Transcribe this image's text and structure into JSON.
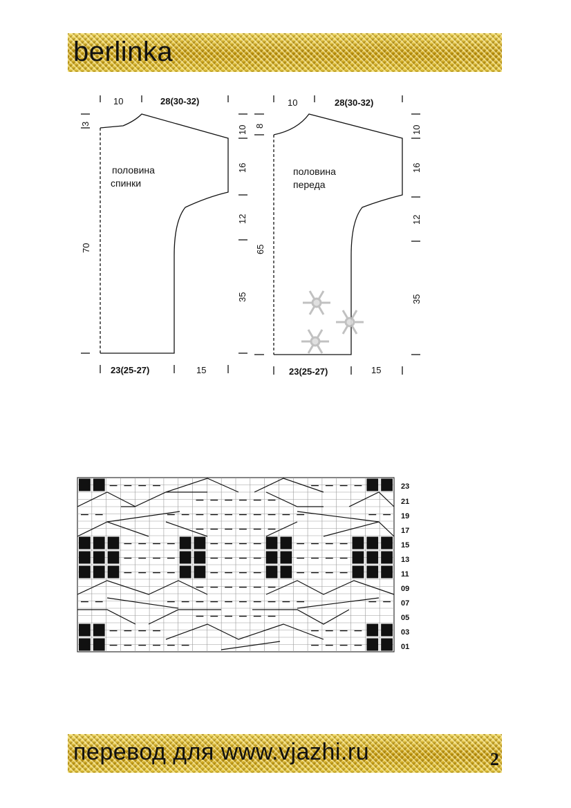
{
  "header": {
    "title": "berlinka"
  },
  "footer": {
    "text": "перевод для www.vjazhi.ru",
    "page_number": "2"
  },
  "back_pattern": {
    "label_line1": "половина",
    "label_line2": "спинки",
    "top_left_width": "10",
    "top_right_width": "28(30-32)",
    "left_shoulder_drop": "3",
    "total_length": "70",
    "right_shoulder": "10",
    "right_sleeve": "16",
    "right_underarm": "12",
    "right_body": "35",
    "bottom_width": "23(25-27)",
    "bottom_right": "15"
  },
  "front_pattern": {
    "label_line1": "половина",
    "label_line2": "переда",
    "top_left_width": "10",
    "top_right_width": "28(30-32)",
    "left_shoulder_drop": "8",
    "total_length": "65",
    "right_shoulder": "10",
    "right_sleeve": "16",
    "right_underarm": "12",
    "right_body": "35",
    "bottom_width": "23(25-27)",
    "bottom_right": "15"
  },
  "chart": {
    "row_labels": [
      "23",
      "21",
      "19",
      "17",
      "15",
      "13",
      "11",
      "09",
      "07",
      "05",
      "03",
      "01"
    ],
    "black_squares": {
      "23": [
        0,
        1,
        20,
        21
      ],
      "15": [
        0,
        1,
        2,
        7,
        8,
        13,
        14,
        19,
        20,
        21
      ],
      "13": [
        0,
        1,
        2,
        7,
        8,
        13,
        14,
        19,
        20,
        21
      ],
      "11": [
        0,
        1,
        2,
        7,
        8,
        13,
        14,
        19,
        20,
        21
      ],
      "03": [
        0,
        1,
        20,
        21
      ],
      "01": [
        0,
        1,
        20,
        21
      ]
    },
    "purl_cells": {
      "23": [
        2,
        3,
        4,
        5,
        16,
        17,
        18,
        19
      ],
      "21": [
        8,
        9,
        10,
        11,
        12,
        13
      ],
      "19": [
        0,
        1,
        6,
        7,
        8,
        9,
        10,
        11,
        12,
        13,
        14,
        15,
        20,
        21
      ],
      "17": [
        8,
        9,
        10,
        11,
        12,
        13
      ],
      "15": [
        3,
        4,
        5,
        6,
        9,
        10,
        11,
        12,
        15,
        16,
        17,
        18
      ],
      "13": [
        3,
        4,
        5,
        6,
        9,
        10,
        11,
        12,
        15,
        16,
        17,
        18
      ],
      "11": [
        3,
        4,
        5,
        6,
        9,
        10,
        11,
        12,
        15,
        16,
        17,
        18
      ],
      "09": [
        8,
        9,
        10,
        11,
        12,
        13
      ],
      "07": [
        0,
        1,
        6,
        7,
        8,
        9,
        10,
        11,
        12,
        13,
        14,
        15,
        20,
        21
      ],
      "05": [
        8,
        9,
        10,
        11,
        12,
        13
      ],
      "03": [
        2,
        3,
        4,
        5,
        16,
        17,
        18,
        19
      ],
      "01": [
        2,
        3,
        4,
        5,
        6,
        7,
        16,
        17,
        18,
        19
      ]
    }
  }
}
